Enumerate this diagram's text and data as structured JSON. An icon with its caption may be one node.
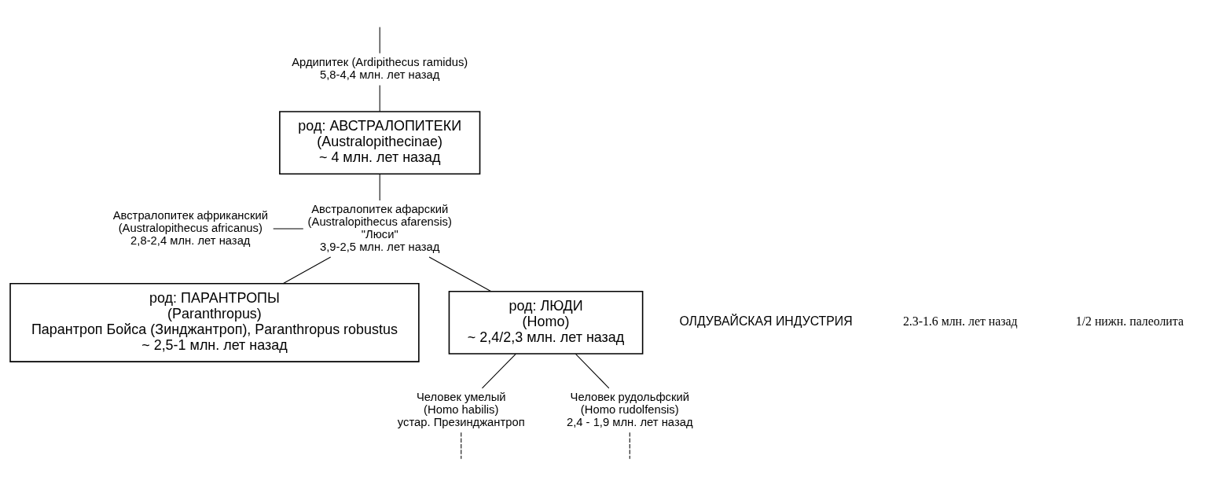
{
  "diagram": {
    "nodes": [
      {
        "text": [
          "Ардипитек (Ardipithecus ramidus)",
          "5,8-4,4 млн. лет назад"
        ]
      },
      {
        "text": [
          "род: АВСТРАЛОПИТЕКИ",
          "(Australopithecinae)",
          "~ 4 млн. лет назад"
        ]
      },
      {
        "text": [
          "Австралопитек африканский",
          "(Australopithecus africanus)",
          "2,8-2,4 млн. лет назад"
        ]
      },
      {
        "text": [
          "Австралопитек афарский",
          "(Australopithecus afarensis)",
          "\"Люси\"",
          "3,9-2,5 млн. лет назад"
        ]
      },
      {
        "text": [
          "род: ПАРАНТРОПЫ",
          "(Paranthropus)",
          "Парантроп Бойса (Зинджантроп), Paranthropus robustus",
          "~ 2,5-1 млн. лет назад"
        ]
      },
      {
        "text": [
          "род: ЛЮДИ",
          "(Homo)",
          "~ 2,4/2,3 млн. лет назад"
        ]
      },
      {
        "text": [
          "Человек умелый",
          "(Homo habilis)",
          "устар. Презинджантроп"
        ]
      },
      {
        "text": [
          "Человек рудольфский",
          "(Homo rudolfensis)",
          "2,4 - 1,9 млн. лет назад"
        ]
      }
    ],
    "edges": [
      {
        "from": null,
        "to": 0,
        "arrow": "none"
      },
      {
        "from": 0,
        "to": 1,
        "arrow": "none"
      },
      {
        "from": 1,
        "to": 3,
        "arrow": "none"
      },
      {
        "from": 2,
        "to": 3,
        "arrow": "none"
      },
      {
        "from": 3,
        "to": 4,
        "arrow": "none"
      },
      {
        "from": 3,
        "to": 5,
        "arrow": "none"
      },
      {
        "from": 5,
        "to": 6,
        "arrow": "none"
      },
      {
        "from": 5,
        "to": 7,
        "arrow": "none"
      },
      {
        "from": 6,
        "to": null,
        "arrow": "none",
        "style": "dashed"
      },
      {
        "from": 7,
        "to": null,
        "arrow": "none",
        "style": "dashed"
      }
    ],
    "labels": [
      "ОЛДУВАЙСКАЯ ИНДУСТРИЯ",
      "2.3-1.6 млн. лет назад",
      "1/2 нижн. палеолита"
    ]
  }
}
